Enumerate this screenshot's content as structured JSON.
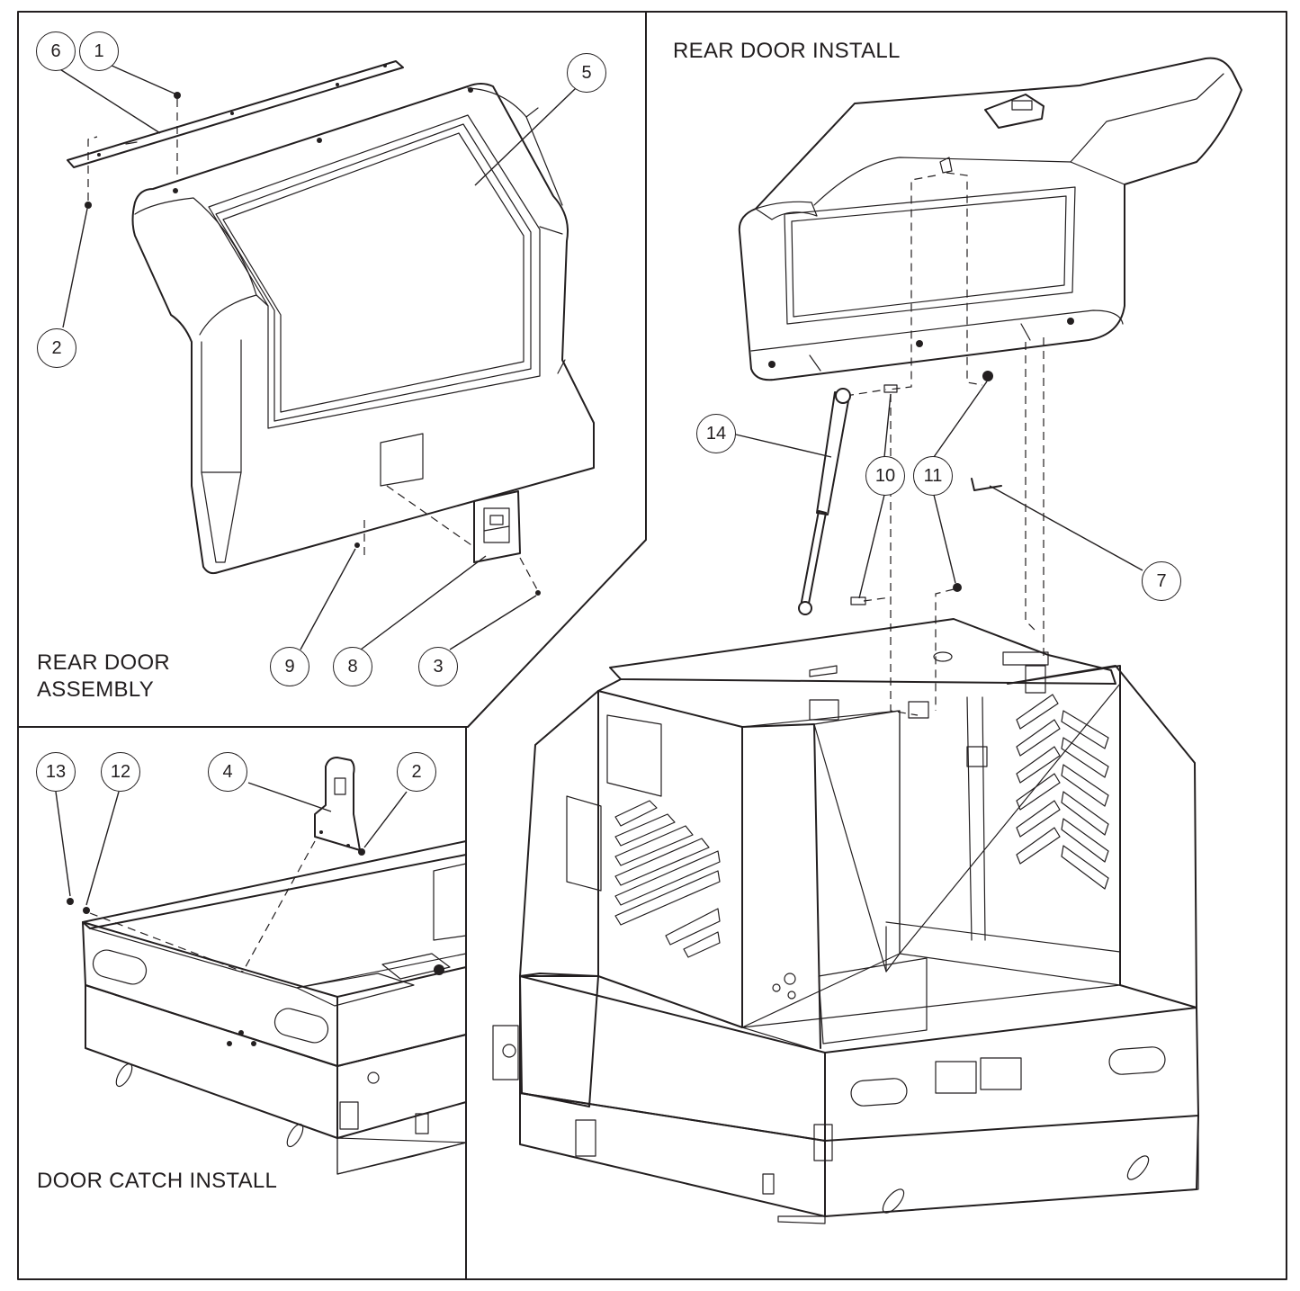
{
  "panels": {
    "rear_door_assembly": {
      "title_line1": "REAR DOOR",
      "title_line2": "ASSEMBLY"
    },
    "rear_door_install": {
      "title": "REAR DOOR INSTALL"
    },
    "door_catch_install": {
      "title": "DOOR CATCH INSTALL"
    }
  },
  "callouts": {
    "assembly": [
      "6",
      "1",
      "5",
      "2",
      "9",
      "8",
      "3"
    ],
    "install": [
      "14",
      "10",
      "11",
      "7"
    ],
    "catch": [
      "13",
      "12",
      "4",
      "2"
    ]
  },
  "colors": {
    "line": "#231f20",
    "background": "#ffffff"
  }
}
